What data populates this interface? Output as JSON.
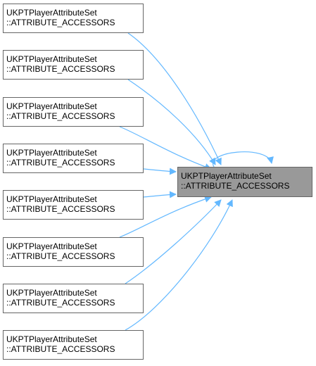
{
  "diagram": {
    "edge_color": "#63b8ff",
    "target_fill": "#999999",
    "node_border": "#666666",
    "target": {
      "line1": "UKPTPlayerAttributeSet",
      "line2": "::ATTRIBUTE_ACCESSORS"
    },
    "callers": [
      {
        "line1": "UKPTPlayerAttributeSet",
        "line2": "::ATTRIBUTE_ACCESSORS"
      },
      {
        "line1": "UKPTPlayerAttributeSet",
        "line2": "::ATTRIBUTE_ACCESSORS"
      },
      {
        "line1": "UKPTPlayerAttributeSet",
        "line2": "::ATTRIBUTE_ACCESSORS"
      },
      {
        "line1": "UKPTPlayerAttributeSet",
        "line2": "::ATTRIBUTE_ACCESSORS"
      },
      {
        "line1": "UKPTPlayerAttributeSet",
        "line2": "::ATTRIBUTE_ACCESSORS"
      },
      {
        "line1": "UKPTPlayerAttributeSet",
        "line2": "::ATTRIBUTE_ACCESSORS"
      },
      {
        "line1": "UKPTPlayerAttributeSet",
        "line2": "::ATTRIBUTE_ACCESSORS"
      },
      {
        "line1": "UKPTPlayerAttributeSet",
        "line2": "::ATTRIBUTE_ACCESSORS"
      }
    ]
  }
}
